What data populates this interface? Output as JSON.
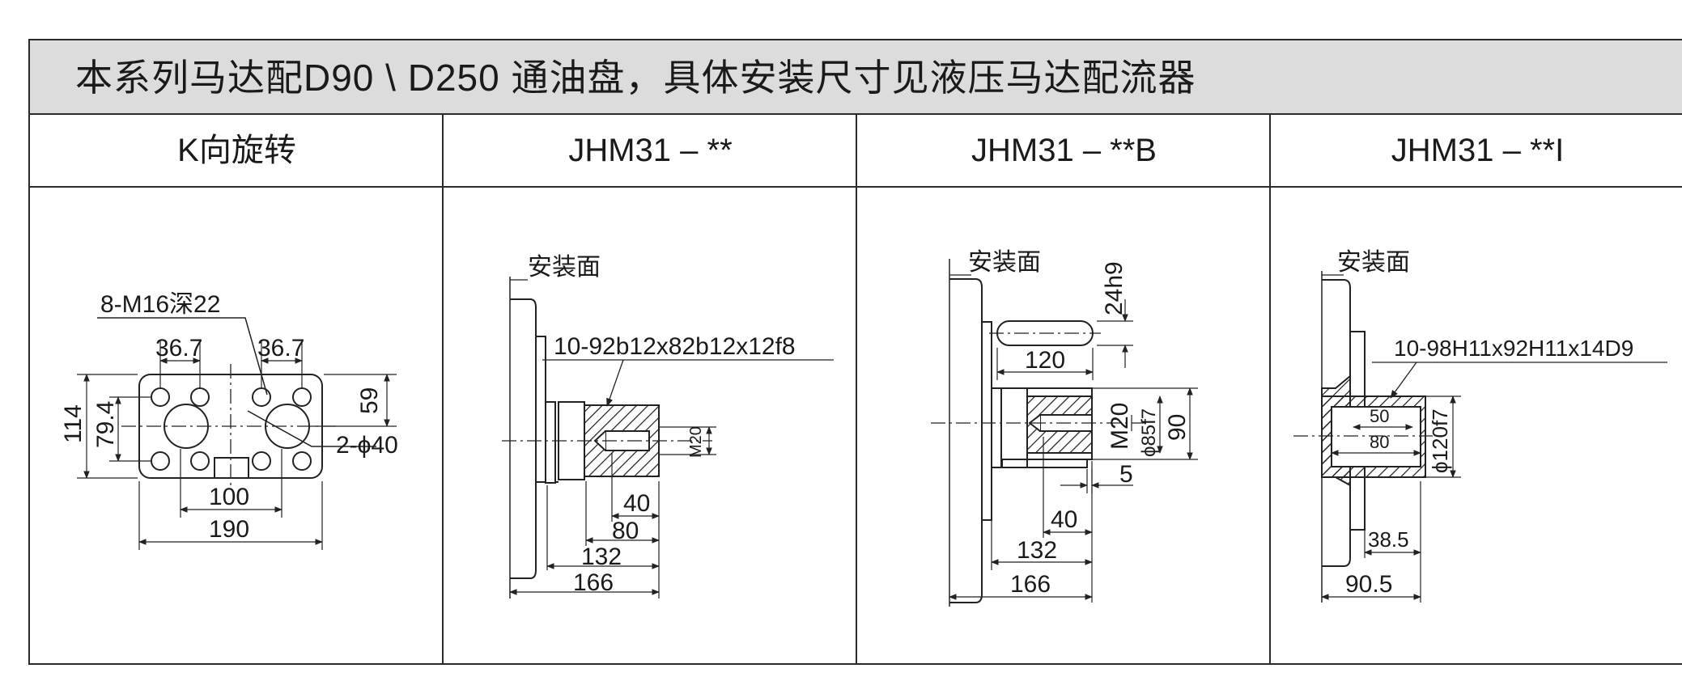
{
  "title": "本系列马达配D90 \\ D250 通油盘，具体安装尺寸见液压马达配流器",
  "columns": [
    {
      "label": "K向旋转"
    },
    {
      "label": "JHM31 – **"
    },
    {
      "label": "JHM31 – **B"
    },
    {
      "label": "JHM31 – **I"
    }
  ],
  "panels": {
    "k_view": {
      "thread_note": "8-M16深22",
      "dim_left_spacing": "36.7",
      "dim_right_spacing": "36.7",
      "dim_height_outer": "114",
      "dim_height_inner": "79.4",
      "dim_right_height": "59",
      "hole_note": "2-ϕ40",
      "dim_inner_width": "100",
      "dim_outer_width": "190"
    },
    "shaft_standard": {
      "mount_face": "安装面",
      "spline_note": "10-92b12x82b12x12f8",
      "thread_label": "M20",
      "dim_40": "40",
      "dim_80": "80",
      "dim_132": "132",
      "dim_166": "166"
    },
    "shaft_b": {
      "mount_face": "安装面",
      "key_width": "24h9",
      "key_length": "120",
      "thread_label": "M20",
      "shaft_dia": "ϕ85f7",
      "dim_90": "90",
      "dim_5": "5",
      "dim_40": "40",
      "dim_132": "132",
      "dim_166": "166"
    },
    "shaft_i": {
      "mount_face": "安装面",
      "spline_note": "10-98H11x92H11x14D9",
      "dim_50": "50",
      "dim_80": "80",
      "bore_dia": "ϕ120f7",
      "dim_38_5": "38.5",
      "dim_90_5": "90.5"
    }
  }
}
